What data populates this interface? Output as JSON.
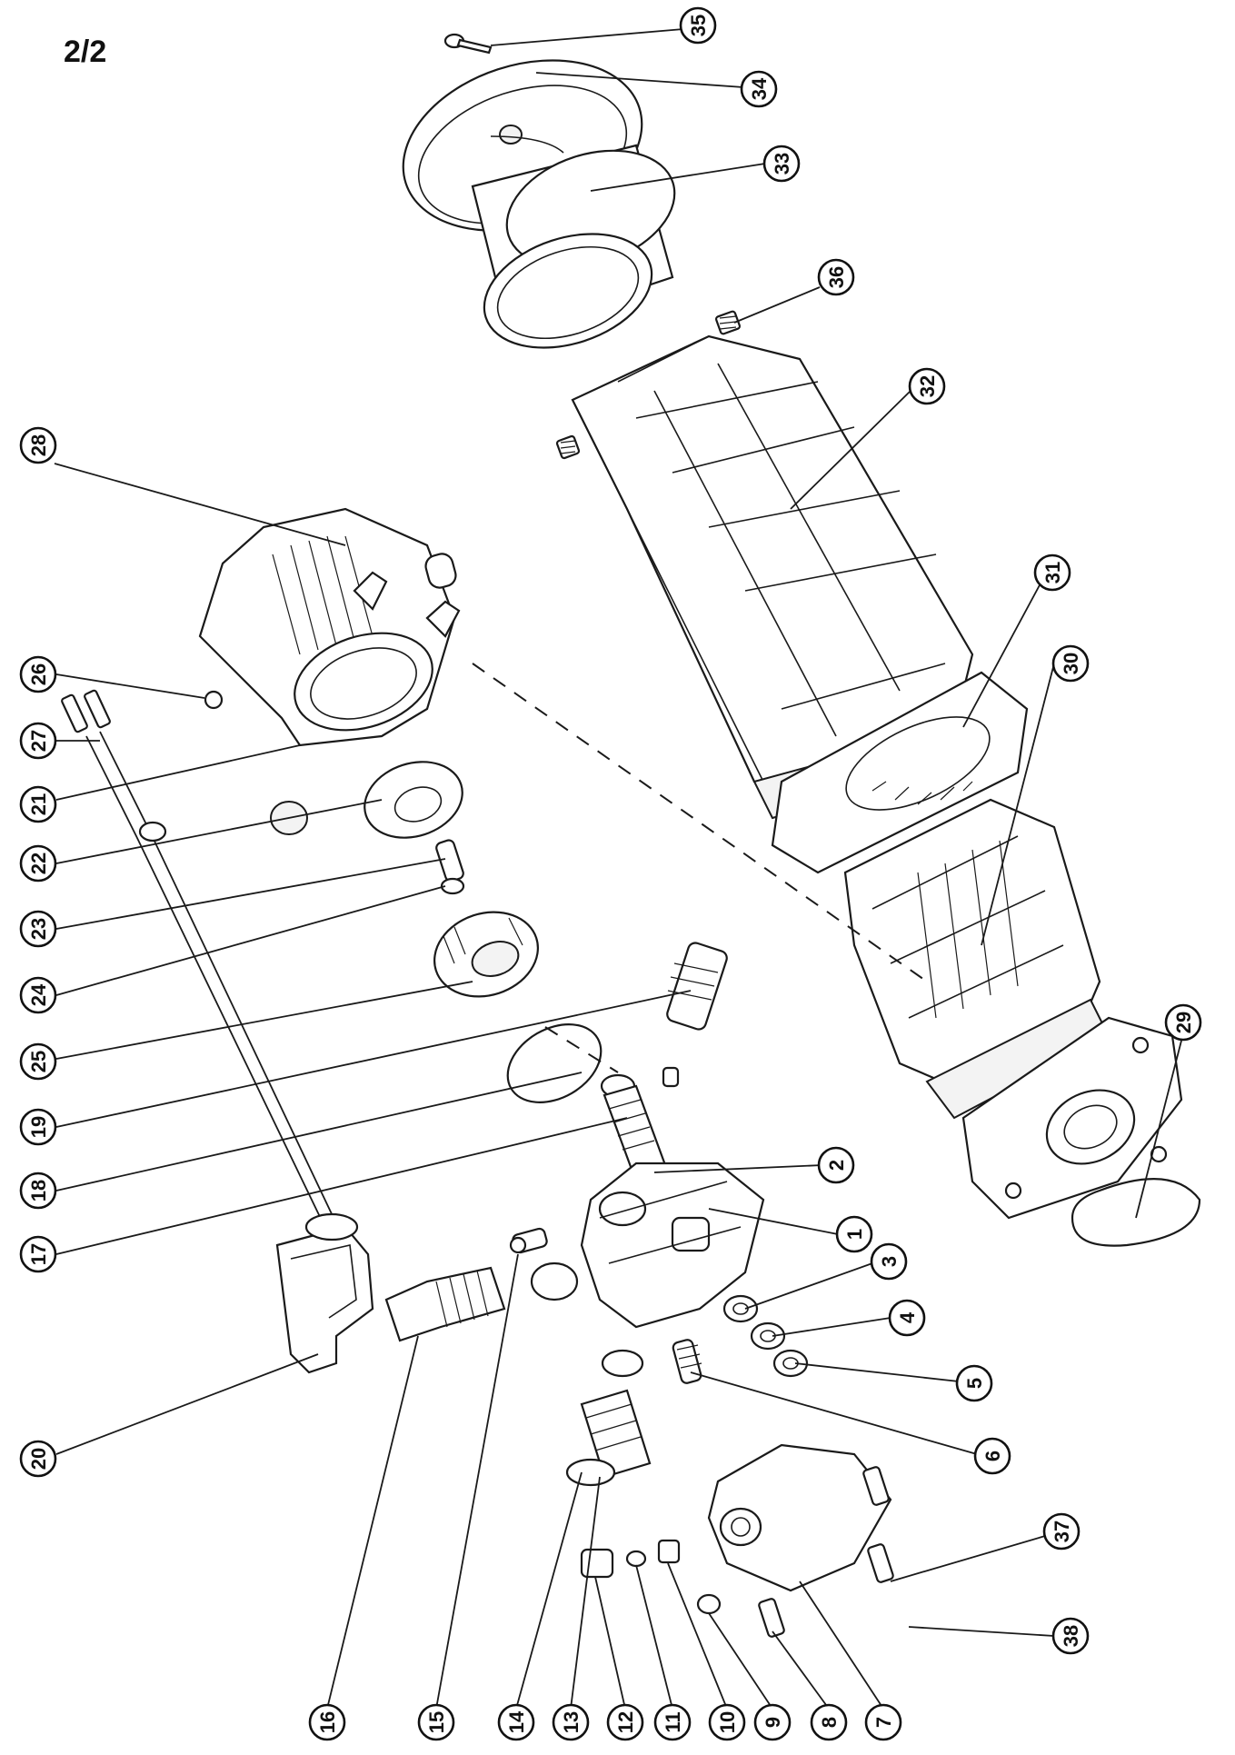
{
  "page": {
    "label": "2/2"
  },
  "colors": {
    "ink": "#1a1a1a",
    "background": "#ffffff"
  },
  "callouts": [
    {
      "id": "c35",
      "number": "35"
    },
    {
      "id": "c34",
      "number": "34"
    },
    {
      "id": "c33",
      "number": "33"
    },
    {
      "id": "c36",
      "number": "36"
    },
    {
      "id": "c32",
      "number": "32"
    },
    {
      "id": "c28",
      "number": "28"
    },
    {
      "id": "c31r",
      "number": "31"
    },
    {
      "id": "c30",
      "number": "30"
    },
    {
      "id": "c26",
      "number": "26"
    },
    {
      "id": "c27",
      "number": "27"
    },
    {
      "id": "c21",
      "number": "21"
    },
    {
      "id": "c22",
      "number": "22"
    },
    {
      "id": "c23",
      "number": "23"
    },
    {
      "id": "c24",
      "number": "24"
    },
    {
      "id": "c25",
      "number": "25"
    },
    {
      "id": "c29",
      "number": "29"
    },
    {
      "id": "c19",
      "number": "19"
    },
    {
      "id": "c18",
      "number": "18"
    },
    {
      "id": "c17",
      "number": "17"
    },
    {
      "id": "c2",
      "number": "2"
    },
    {
      "id": "c1",
      "number": "1"
    },
    {
      "id": "c3",
      "number": "3"
    },
    {
      "id": "c4",
      "number": "4"
    },
    {
      "id": "c5",
      "number": "5"
    },
    {
      "id": "c6",
      "number": "6"
    },
    {
      "id": "c20",
      "number": "20"
    },
    {
      "id": "c37",
      "number": "37"
    },
    {
      "id": "c38",
      "number": "38"
    },
    {
      "id": "c16",
      "number": "16"
    },
    {
      "id": "c15",
      "number": "15"
    },
    {
      "id": "c14",
      "number": "14"
    },
    {
      "id": "c13",
      "number": "13"
    },
    {
      "id": "c12",
      "number": "12"
    },
    {
      "id": "c11",
      "number": "11"
    },
    {
      "id": "c10",
      "number": "10"
    },
    {
      "id": "c9",
      "number": "9"
    },
    {
      "id": "c8",
      "number": "8"
    },
    {
      "id": "c7",
      "number": "7"
    }
  ]
}
